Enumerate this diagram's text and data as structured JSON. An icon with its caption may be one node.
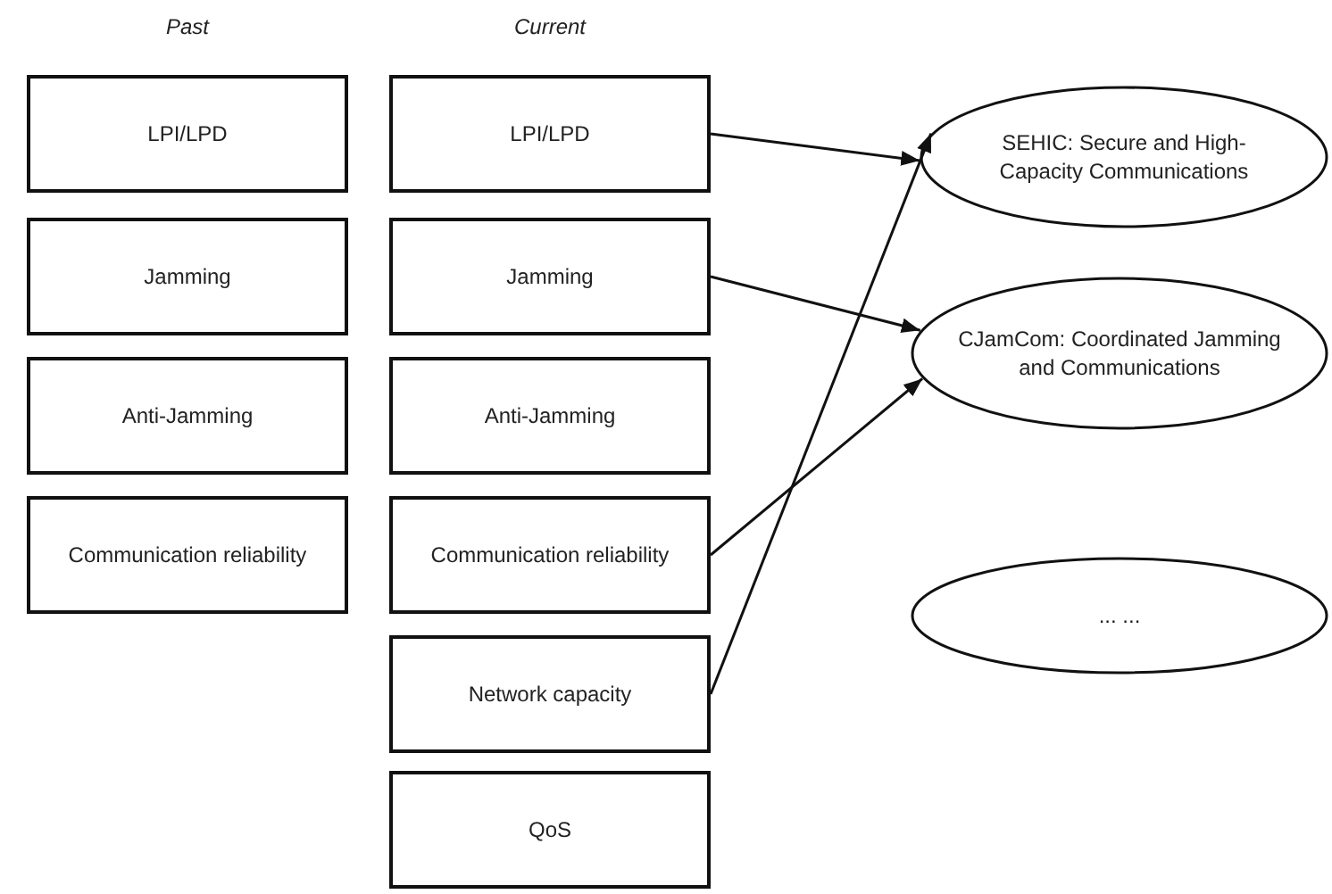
{
  "diagram": {
    "nodes": [
      {
        "text": [
          "LPI/LPD"
        ]
      },
      {
        "text": [
          "Jamming"
        ]
      },
      {
        "text": [
          "Anti-Jamming"
        ]
      },
      {
        "text": [
          "Communication reliability"
        ]
      },
      {
        "text": [
          "LPI/LPD"
        ]
      },
      {
        "text": [
          "Jamming"
        ]
      },
      {
        "text": [
          "Anti-Jamming"
        ]
      },
      {
        "text": [
          "Communication reliability"
        ]
      },
      {
        "text": [
          "Network capacity"
        ]
      },
      {
        "text": [
          "QoS"
        ]
      },
      {
        "text": [
          "SEHIC: Secure and High-Capacity Communications"
        ]
      },
      {
        "text": [
          "CJamCom: Coordinated Jamming and Communications"
        ]
      },
      {
        "text": [
          "... ..."
        ]
      }
    ],
    "edges": [
      {
        "from": 4,
        "to": 10,
        "arrow": "to"
      },
      {
        "from": 5,
        "to": 11,
        "arrow": "to"
      },
      {
        "from": 7,
        "to": 11,
        "arrow": "to"
      },
      {
        "from": 8,
        "to": 10,
        "arrow": "to"
      }
    ],
    "labels": [
      "Past",
      "Current"
    ]
  }
}
